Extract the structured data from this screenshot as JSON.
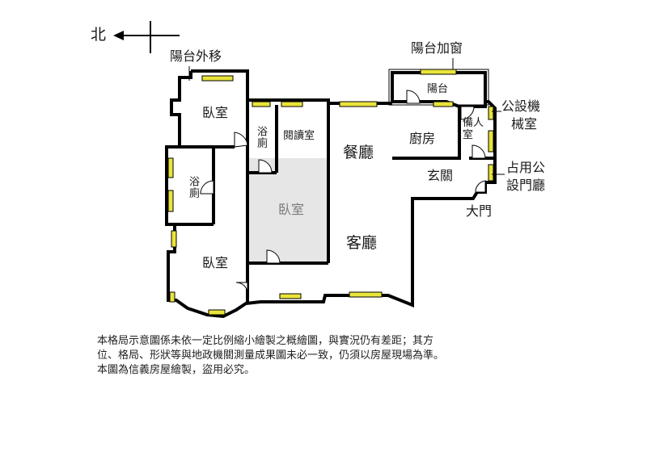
{
  "compass": {
    "label": "北"
  },
  "labels": {
    "balcony_outward": "陽台外移",
    "balcony_window": "陽台加窗",
    "balcony": "陽台",
    "bedroom_top": "臥室",
    "bath_top": "浴廁",
    "reading_room": "閱讀室",
    "dining": "餐廳",
    "kitchen": "廚房",
    "utility": "備人室",
    "public_mech_line1": "公設機",
    "public_mech_line2": "械室",
    "foyer": "玄關",
    "occupy_line1": "占用公",
    "occupy_line2": "設門廳",
    "main_door": "大門",
    "bath_left": "浴廁",
    "bedroom_center": "臥室",
    "living": "客廳",
    "bedroom_bottom": "臥室"
  },
  "notes": {
    "line1": "本格局示意圖係未依一定比例縮小繪製之概繪圖，與實況仍有差距；其方",
    "line2": "位、格局、形狀等與地政機關測量成果圖未必一致，仍須以房屋現場為準。",
    "line3": "本圖為信義房屋繪製，盜用必究。"
  },
  "colors": {
    "wall": "#000000",
    "window": "#e9e43a",
    "center_room_fill": "#e6e6e6"
  }
}
